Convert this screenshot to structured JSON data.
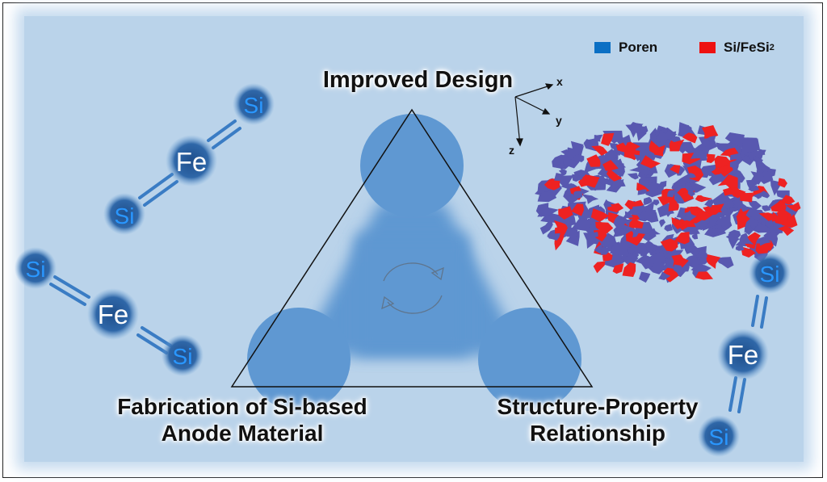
{
  "labels": {
    "top": "Improved Design",
    "left_line1": "Fabrication of Si-based",
    "left_line2": "Anode Material",
    "right_line1": "Structure-Property",
    "right_line2": "Relationship"
  },
  "legend": [
    {
      "label": "Poren",
      "color": "#0b6fc4"
    },
    {
      "label": "Si/FeSi",
      "subscript": "2",
      "color": "#ee1111"
    }
  ],
  "axes": {
    "x": "x",
    "y": "y",
    "z": "z"
  },
  "molecules": {
    "iron": "Fe",
    "silicon": "Si"
  },
  "colors": {
    "background": "#bad3ea",
    "node": "#5f98d2",
    "pores": "#5858b0",
    "silicide": "#ee2222",
    "atom_dark": "#1e4e86",
    "si_text": "#1e90ff"
  },
  "icons": [
    "cycle-arrows-icon"
  ]
}
